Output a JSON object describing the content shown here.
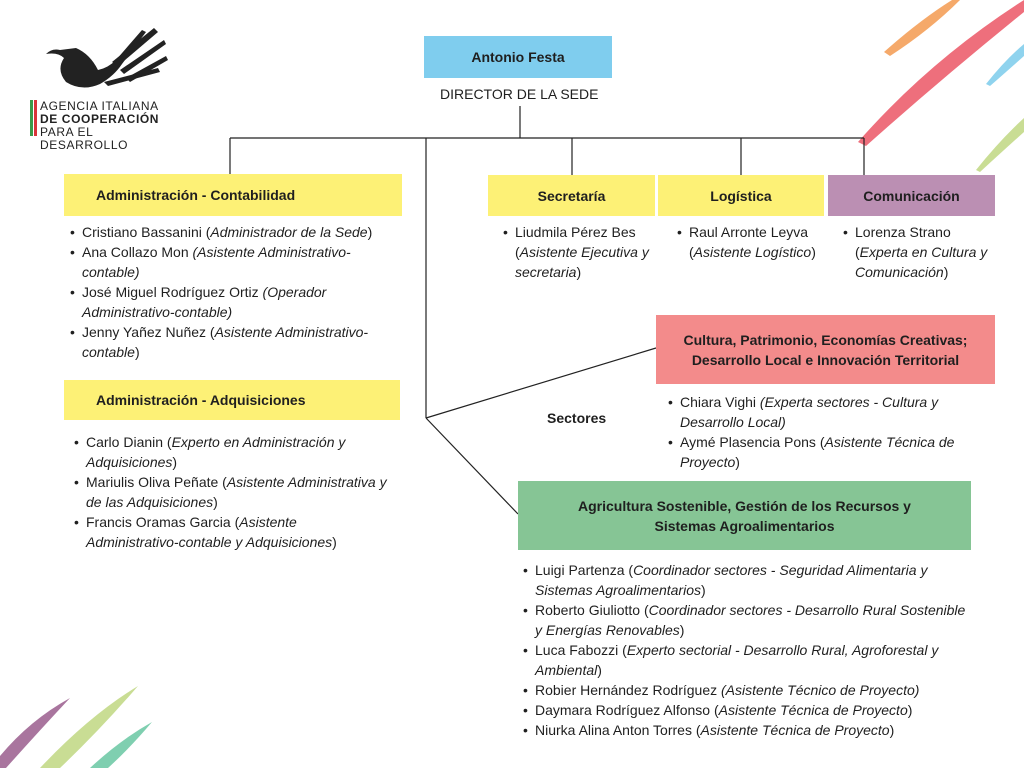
{
  "logo": {
    "line1": "AGENCIA ITALIANA",
    "line2": "DE COOPERACIÓN",
    "line3": "PARA EL DESARROLLO"
  },
  "director": {
    "name": "Antonio Festa",
    "title": "DIRECTOR DE LA SEDE"
  },
  "sectores_label": "Sectores",
  "units": {
    "contabilidad": {
      "title": "Administración - Contabilidad",
      "members": [
        {
          "name": "Cristiano Bassanini (",
          "role": "Administrador de la Sede",
          "end": ")"
        },
        {
          "name": "Ana Collazo Mon ",
          "role": "(Asistente Administrativo-contable)",
          "end": ""
        },
        {
          "name": "José Miguel Rodríguez Ortiz ",
          "role": "(Operador Administrativo-contable)",
          "end": ""
        },
        {
          "name": "Jenny Yañez Nuñez (",
          "role": "Asistente Administrativo-contable",
          "end": ")"
        }
      ]
    },
    "adquisiciones": {
      "title": "Administración - Adquisiciones",
      "members": [
        {
          "name": "Carlo Dianin (",
          "role": "Experto en Administración y Adquisiciones",
          "end": ")"
        },
        {
          "name": "Mariulis Oliva Peñate (",
          "role": "Asistente Administrativa y de las Adquisiciones",
          "end": ")"
        },
        {
          "name": "Francis Oramas Garcia (",
          "role": "Asistente Administrativo-contable y Adquisiciones",
          "end": ")"
        }
      ]
    },
    "secretaria": {
      "title": "Secretaría",
      "members": [
        {
          "name": "Liudmila Pérez Bes (",
          "role": "Asistente Ejecutiva y secretaria",
          "end": ")"
        }
      ]
    },
    "logistica": {
      "title": "Logística",
      "members": [
        {
          "name": "Raul Arronte Leyva (",
          "role": "Asistente Logístico",
          "end": ")"
        }
      ]
    },
    "comunicacion": {
      "title": "Comunicación",
      "members": [
        {
          "name": "Lorenza Strano (",
          "role": "Experta en Cultura y Comunicación",
          "end": ")"
        }
      ]
    },
    "cultura": {
      "title_line1": "Cultura, Patrimonio, Economías Creativas;",
      "title_line2": "Desarrollo Local e Innovación Territorial",
      "members": [
        {
          "name": "Chiara Vighi ",
          "role": "(Experta sectores - Cultura y Desarrollo Local)",
          "end": ""
        },
        {
          "name": "Aymé Plasencia Pons (",
          "role": "Asistente Técnica de Proyecto",
          "end": ")"
        }
      ]
    },
    "agricultura": {
      "title_line1": "Agricultura Sostenible, Gestión de los Recursos y",
      "title_line2": "Sistemas Agroalimentarios",
      "members": [
        {
          "name": "Luigi Partenza (",
          "role": "Coordinador sectores - Seguridad Alimentaria y Sistemas Agroalimentarios",
          "end": ")"
        },
        {
          "name": "Roberto Giuliotto (",
          "role": "Coordinador sectores - Desarrollo Rural Sostenible y Energías Renovables",
          "end": ")"
        },
        {
          "name": "Luca Fabozzi (",
          "role": "Experto sectorial - Desarrollo Rural, Agroforestal y Ambiental",
          "end": ")"
        },
        {
          "name": "Robier Hernández Rodríguez ",
          "role": "(Asistente Técnico de Proyecto)",
          "end": ""
        },
        {
          "name": "Daymara Rodríguez Alfonso (",
          "role": "Asistente Técnica de Proyecto",
          "end": ")"
        },
        {
          "name": "Niurka Alina Anton Torres (",
          "role": "Asistente Técnica de Proyecto",
          "end": ")"
        }
      ]
    }
  },
  "colors": {
    "director_box": "#7fcdee",
    "yellow_box": "#fdf176",
    "comunicacion_box": "#bb8fb3",
    "cultura_box": "#f38b8b",
    "agricultura_box": "#86c595",
    "flag_green": "#3a9a4a",
    "flag_red": "#d9343a"
  }
}
